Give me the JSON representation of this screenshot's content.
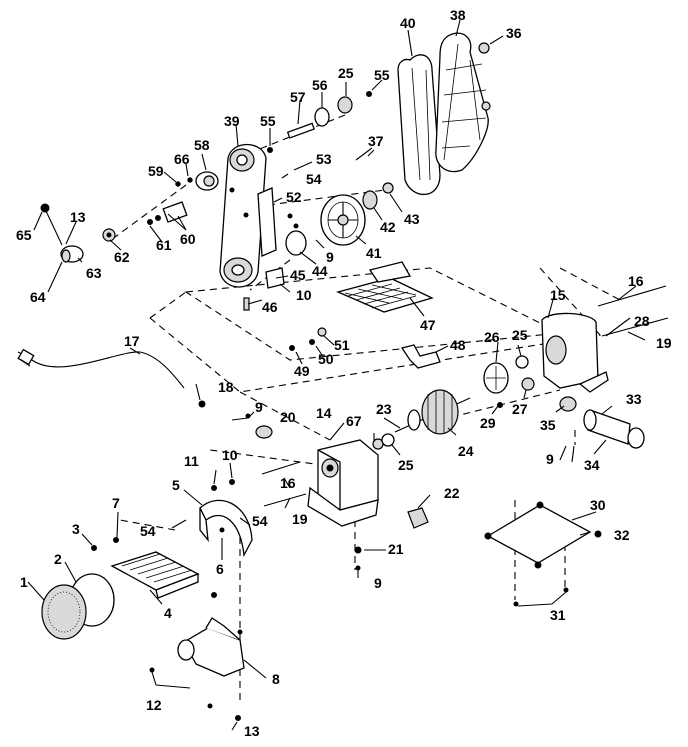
{
  "diagram": {
    "part_labels": [
      {
        "id": "p1",
        "text": "1"
      },
      {
        "id": "p2",
        "text": "2"
      },
      {
        "id": "p3",
        "text": "3"
      },
      {
        "id": "p4",
        "text": "4"
      },
      {
        "id": "p5",
        "text": "5"
      },
      {
        "id": "p6",
        "text": "6"
      },
      {
        "id": "p7",
        "text": "7"
      },
      {
        "id": "p8",
        "text": "8"
      },
      {
        "id": "p9a",
        "text": "9"
      },
      {
        "id": "p9b",
        "text": "9"
      },
      {
        "id": "p9c",
        "text": "9"
      },
      {
        "id": "p9d",
        "text": "9"
      },
      {
        "id": "p10a",
        "text": "10"
      },
      {
        "id": "p10b",
        "text": "10"
      },
      {
        "id": "p11",
        "text": "11"
      },
      {
        "id": "p12",
        "text": "12"
      },
      {
        "id": "p13a",
        "text": "13"
      },
      {
        "id": "p13b",
        "text": "13"
      },
      {
        "id": "p14",
        "text": "14"
      },
      {
        "id": "p15",
        "text": "15"
      },
      {
        "id": "p16a",
        "text": "16"
      },
      {
        "id": "p16b",
        "text": "16"
      },
      {
        "id": "p17",
        "text": "17"
      },
      {
        "id": "p18",
        "text": "18"
      },
      {
        "id": "p19a",
        "text": "19"
      },
      {
        "id": "p19b",
        "text": "19"
      },
      {
        "id": "p20",
        "text": "20"
      },
      {
        "id": "p21",
        "text": "21"
      },
      {
        "id": "p22",
        "text": "22"
      },
      {
        "id": "p23",
        "text": "23"
      },
      {
        "id": "p24",
        "text": "24"
      },
      {
        "id": "p25a",
        "text": "25"
      },
      {
        "id": "p25b",
        "text": "25"
      },
      {
        "id": "p25c",
        "text": "25"
      },
      {
        "id": "p26",
        "text": "26"
      },
      {
        "id": "p27",
        "text": "27"
      },
      {
        "id": "p28",
        "text": "28"
      },
      {
        "id": "p29",
        "text": "29"
      },
      {
        "id": "p30",
        "text": "30"
      },
      {
        "id": "p31",
        "text": "31"
      },
      {
        "id": "p32",
        "text": "32"
      },
      {
        "id": "p33",
        "text": "33"
      },
      {
        "id": "p34",
        "text": "34"
      },
      {
        "id": "p35",
        "text": "35"
      },
      {
        "id": "p36",
        "text": "36"
      },
      {
        "id": "p37",
        "text": "37"
      },
      {
        "id": "p38",
        "text": "38"
      },
      {
        "id": "p39",
        "text": "39"
      },
      {
        "id": "p40",
        "text": "40"
      },
      {
        "id": "p41",
        "text": "41"
      },
      {
        "id": "p42",
        "text": "42"
      },
      {
        "id": "p43",
        "text": "43"
      },
      {
        "id": "p44",
        "text": "44"
      },
      {
        "id": "p45",
        "text": "45"
      },
      {
        "id": "p46",
        "text": "46"
      },
      {
        "id": "p47",
        "text": "47"
      },
      {
        "id": "p48",
        "text": "48"
      },
      {
        "id": "p49",
        "text": "49"
      },
      {
        "id": "p50",
        "text": "50"
      },
      {
        "id": "p51",
        "text": "51"
      },
      {
        "id": "p52",
        "text": "52"
      },
      {
        "id": "p53",
        "text": "53"
      },
      {
        "id": "p54a",
        "text": "54"
      },
      {
        "id": "p54b",
        "text": "54"
      },
      {
        "id": "p54c",
        "text": "54"
      },
      {
        "id": "p55a",
        "text": "55"
      },
      {
        "id": "p55b",
        "text": "55"
      },
      {
        "id": "p56",
        "text": "56"
      },
      {
        "id": "p57",
        "text": "57"
      },
      {
        "id": "p58",
        "text": "58"
      },
      {
        "id": "p59",
        "text": "59"
      },
      {
        "id": "p60",
        "text": "60"
      },
      {
        "id": "p61",
        "text": "61"
      },
      {
        "id": "p62",
        "text": "62"
      },
      {
        "id": "p63",
        "text": "63"
      },
      {
        "id": "p64",
        "text": "64"
      },
      {
        "id": "p65",
        "text": "65"
      },
      {
        "id": "p66",
        "text": "66"
      },
      {
        "id": "p67",
        "text": "67"
      }
    ]
  }
}
